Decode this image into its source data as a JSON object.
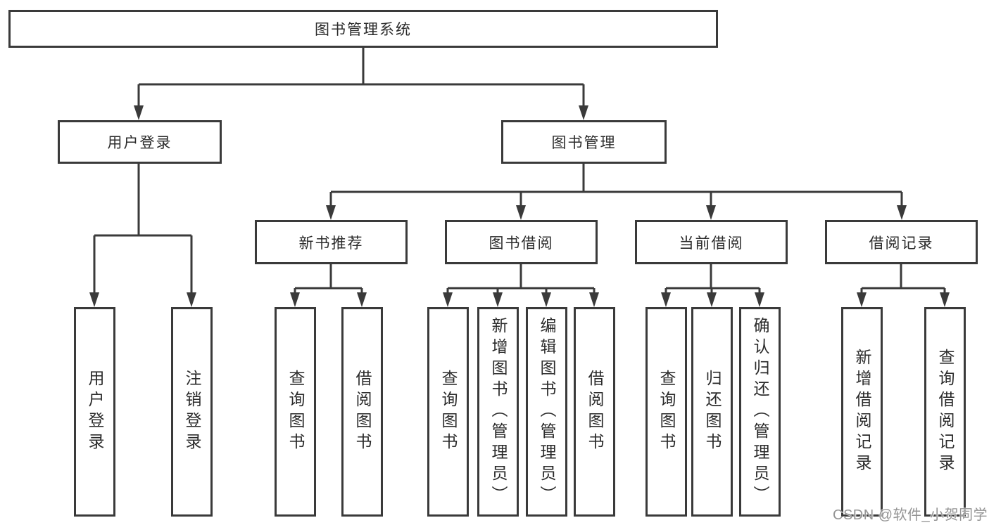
{
  "tree": {
    "root": {
      "label": "图书管理系统",
      "children": [
        {
          "label": "用户登录",
          "children": [
            {
              "label": "用户登录"
            },
            {
              "label": "注销登录"
            }
          ]
        },
        {
          "label": "图书管理",
          "children": [
            {
              "label": "新书推荐",
              "children": [
                {
                  "label": "查询图书"
                },
                {
                  "label": "借阅图书"
                }
              ]
            },
            {
              "label": "图书借阅",
              "children": [
                {
                  "label": "查询图书"
                },
                {
                  "label": "新增图书（管理员）"
                },
                {
                  "label": "编辑图书（管理员）"
                },
                {
                  "label": "借阅图书"
                }
              ]
            },
            {
              "label": "当前借阅",
              "children": [
                {
                  "label": "查询图书"
                },
                {
                  "label": "归还图书"
                },
                {
                  "label": "确认归还（管理员）"
                }
              ]
            },
            {
              "label": "借阅记录",
              "children": [
                {
                  "label": "新增借阅记录"
                },
                {
                  "label": "查询借阅记录"
                }
              ]
            }
          ]
        }
      ]
    }
  },
  "watermark": {
    "text": "CSDN @软件_小贺同学"
  },
  "colors": {
    "line": "#3a3a3a",
    "box_border": "#3a3a3a",
    "text": "#2b2b2b",
    "background": "#ffffff",
    "watermark": "#949494"
  }
}
